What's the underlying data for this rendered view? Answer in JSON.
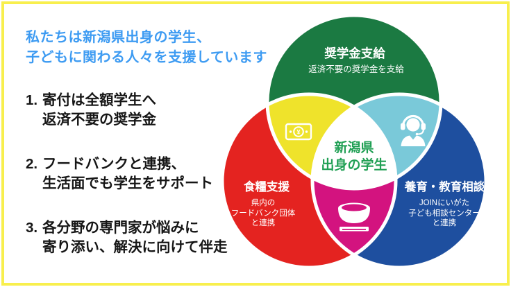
{
  "page": {
    "background_color": "#ffffff",
    "border_color": "#f8ef4d"
  },
  "intro": {
    "heading": "私たちは新潟県出身の学生、\n子どもに関わる人々を支援しています",
    "heading_color": "#3d9bf2",
    "points": [
      {
        "number": "1.",
        "text": "寄付は全額学生へ\n返済不要の奨学金"
      },
      {
        "number": "2.",
        "text": "フードバンクと連携、\n生活面でも学生をサポート"
      },
      {
        "number": "3.",
        "text": "各分野の専門家が悩みに\n寄り添い、解決に向けて伴走"
      }
    ]
  },
  "venn": {
    "center": {
      "label": "新潟県\n出身の学生",
      "text_color": "#21a055",
      "fill": "#ffffff"
    },
    "circles": [
      {
        "id": "scholarship",
        "position": "top",
        "title": "奨学金支給",
        "subtitle": "返済不要の奨学金を支給",
        "color": "#1b7a42"
      },
      {
        "id": "food",
        "position": "bottom-left",
        "title": "食糧支援",
        "subtitle": "県内の\nフードバンク団体\nと連携",
        "color": "#e42320"
      },
      {
        "id": "consult",
        "position": "bottom-right",
        "title": "養育・教育相談",
        "subtitle": "JOINにいがた\n子ども相談センター\nと連携",
        "color": "#1e4f9f"
      }
    ],
    "overlaps": [
      {
        "regions": "scholarship+food",
        "color": "#efe32b",
        "icon": "banknote-icon"
      },
      {
        "regions": "scholarship+consult",
        "color": "#7ac9d9",
        "icon": "headset-icon"
      },
      {
        "regions": "food+consult",
        "color": "#d3137f",
        "icon": "bowl-icon"
      }
    ],
    "icons": {
      "banknote_symbol": "¥"
    }
  }
}
